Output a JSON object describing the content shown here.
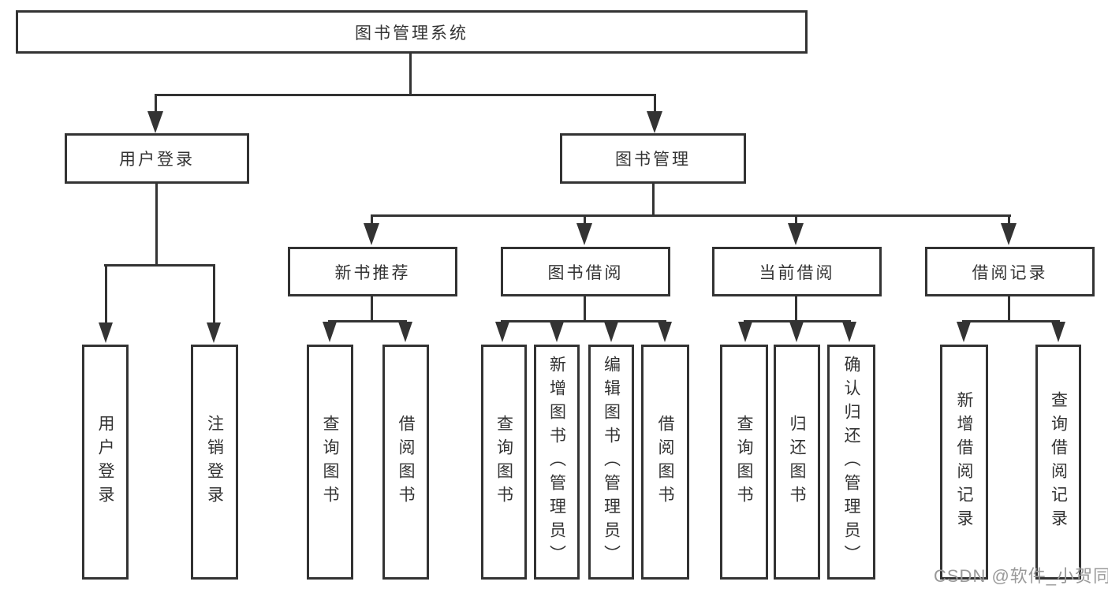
{
  "diagram": {
    "root": {
      "label": "图书管理系统"
    },
    "level2": [
      {
        "label": "用户登录",
        "children": [
          {
            "label": "用户登录"
          },
          {
            "label": "注销登录"
          }
        ]
      },
      {
        "label": "图书管理",
        "children": [
          {
            "label": "新书推荐",
            "children": [
              {
                "label": "查询图书"
              },
              {
                "label": "借阅图书"
              }
            ]
          },
          {
            "label": "图书借阅",
            "children": [
              {
                "label": "查询图书"
              },
              {
                "label": "新增图书（管理员）"
              },
              {
                "label": "编辑图书（管理员）"
              },
              {
                "label": "借阅图书"
              }
            ]
          },
          {
            "label": "当前借阅",
            "children": [
              {
                "label": "查询图书"
              },
              {
                "label": "归还图书"
              },
              {
                "label": "确认归还（管理员）"
              }
            ]
          },
          {
            "label": "借阅记录",
            "children": [
              {
                "label": "新增借阅记录"
              },
              {
                "label": "查询借阅记录"
              }
            ]
          }
        ]
      }
    ]
  },
  "watermark": {
    "text": "CSDN @软件_小贺同学"
  },
  "colors": {
    "line": "#333333",
    "box_fill": "#ffffff",
    "text": "#333333",
    "watermark": "#999999",
    "background": "#ffffff"
  }
}
